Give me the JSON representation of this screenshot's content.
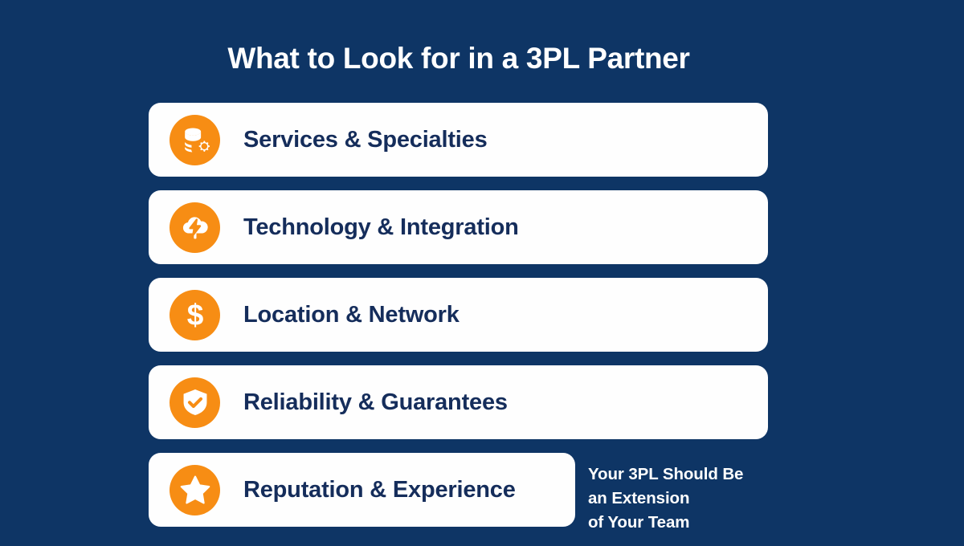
{
  "page": {
    "title": "What to Look for in a 3PL Partner",
    "background_color": "#0e3565",
    "accent_color": "#f78d14",
    "card_color": "#fefefe",
    "card_text_color": "#152d5b",
    "title_color": "#ffffff"
  },
  "cards": [
    {
      "label": "Services & Specialties",
      "icon": "database-gear-icon"
    },
    {
      "label": "Technology & Integration",
      "icon": "cloud-bolt-icon"
    },
    {
      "label": "Location & Network",
      "icon": "dollar-sign-icon"
    },
    {
      "label": "Reliability & Guarantees",
      "icon": "shield-check-icon"
    },
    {
      "label": "Reputation & Experience",
      "icon": "star-icon"
    }
  ],
  "tagline": {
    "line1": "Your 3PL Should Be",
    "line2": "an Extension",
    "line3": "of Your Team"
  }
}
